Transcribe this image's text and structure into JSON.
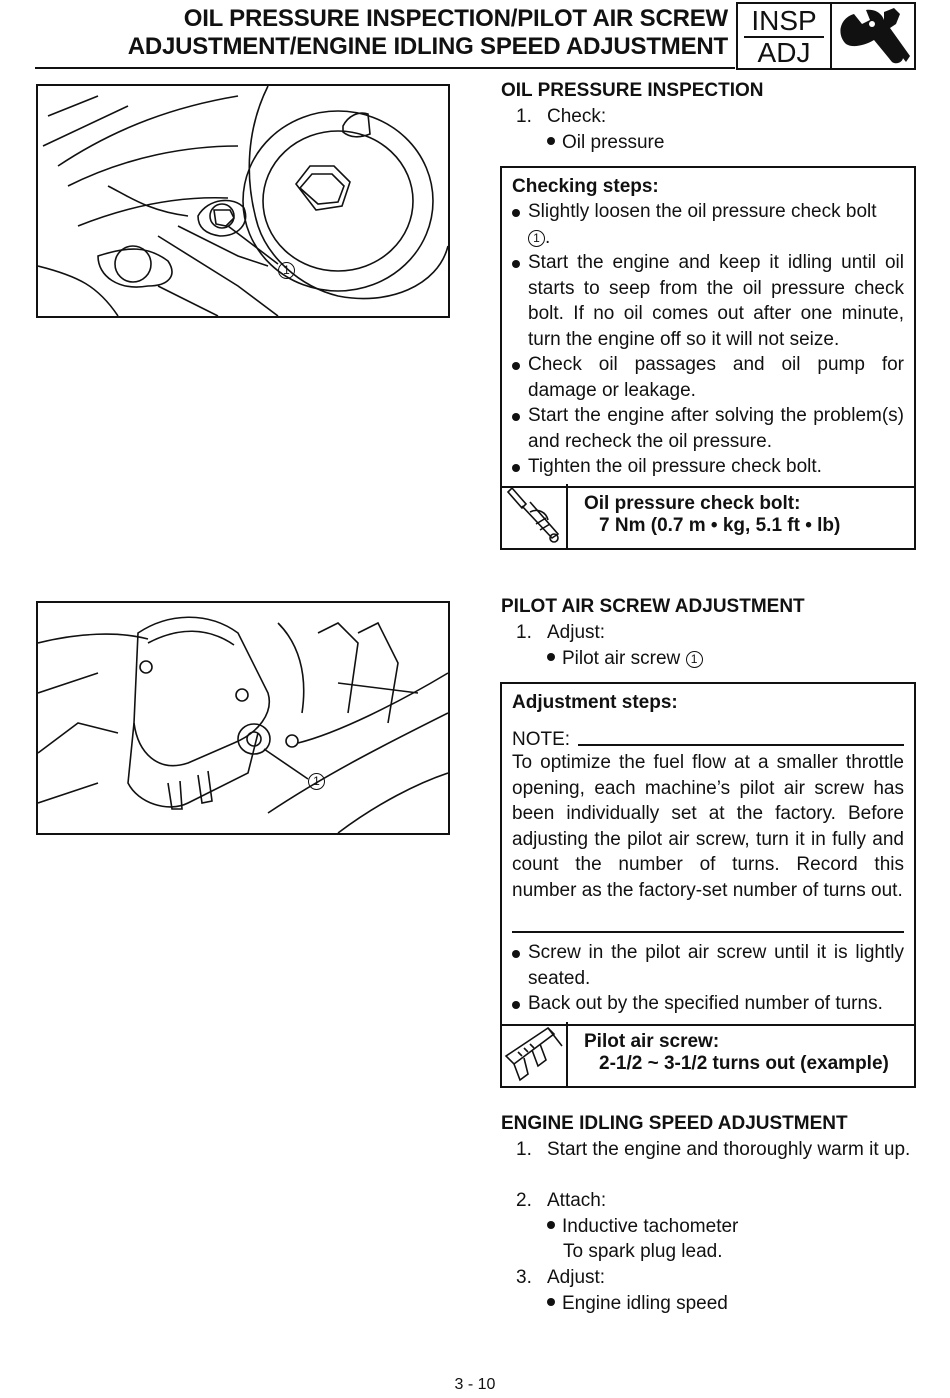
{
  "header": {
    "title_line1": "OIL PRESSURE INSPECTION/PILOT AIR SCREW",
    "title_line2": "ADJUSTMENT/ENGINE IDLING SPEED ADJUSTMENT",
    "badge_top": "INSP",
    "badge_bottom": "ADJ",
    "badge_icon": "wrench-screwdriver-icon"
  },
  "oil": {
    "title": "OIL PRESSURE INSPECTION",
    "step1_num": "1.",
    "step1_label": "Check:",
    "step1_item": "Oil pressure",
    "figure_callout": "1",
    "steps_title": "Checking steps:",
    "steps": [
      "Slightly loosen the oil pressure check bolt",
      "Start the engine and keep it idling until oil starts to seep from the oil pressure check bolt. If no oil comes out after one minute, turn the engine off so it will not seize.",
      "Check oil passages and oil pump for damage or leakage.",
      "Start the engine after solving the problem(s) and recheck the oil pressure.",
      "Tighten the oil pressure check bolt."
    ],
    "step1_ref": "1",
    "spec_name": "Oil pressure check bolt:",
    "spec_value": "7 Nm (0.7 m • kg, 5.1 ft • lb)",
    "spec_icon": "torque-wrench-icon"
  },
  "pilot": {
    "title": "PILOT AIR SCREW ADJUSTMENT",
    "step1_num": "1.",
    "step1_label": "Adjust:",
    "step1_item": "Pilot air screw",
    "step1_ref": "1",
    "figure_callout": "1",
    "steps_title": "Adjustment steps:",
    "note_label": "NOTE:",
    "note_text": "To optimize the fuel flow at a smaller throttle opening, each machine’s pilot air screw has been individually set at the factory. Before adjusting the pilot air screw, turn it in fully and count the number of turns. Record this number as the factory-set number of turns out.",
    "steps": [
      "Screw in the pilot air screw until it is lightly seated.",
      "Back out by the specified number of turns."
    ],
    "spec_name": "Pilot air screw:",
    "spec_value": "2-1/2 ~ 3-1/2 turns out (example)",
    "spec_icon": "caliper-icon"
  },
  "idle": {
    "title": "ENGINE IDLING SPEED ADJUSTMENT",
    "step1_num": "1.",
    "step1_text": "Start the engine and thoroughly warm it up.",
    "step2_num": "2.",
    "step2_label": "Attach:",
    "step2_item": "Inductive tachometer",
    "step2_sub": "To spark plug lead.",
    "step3_num": "3.",
    "step3_label": "Adjust:",
    "step3_item": "Engine idling speed"
  },
  "footer": {
    "page_number": "3 - 10"
  }
}
